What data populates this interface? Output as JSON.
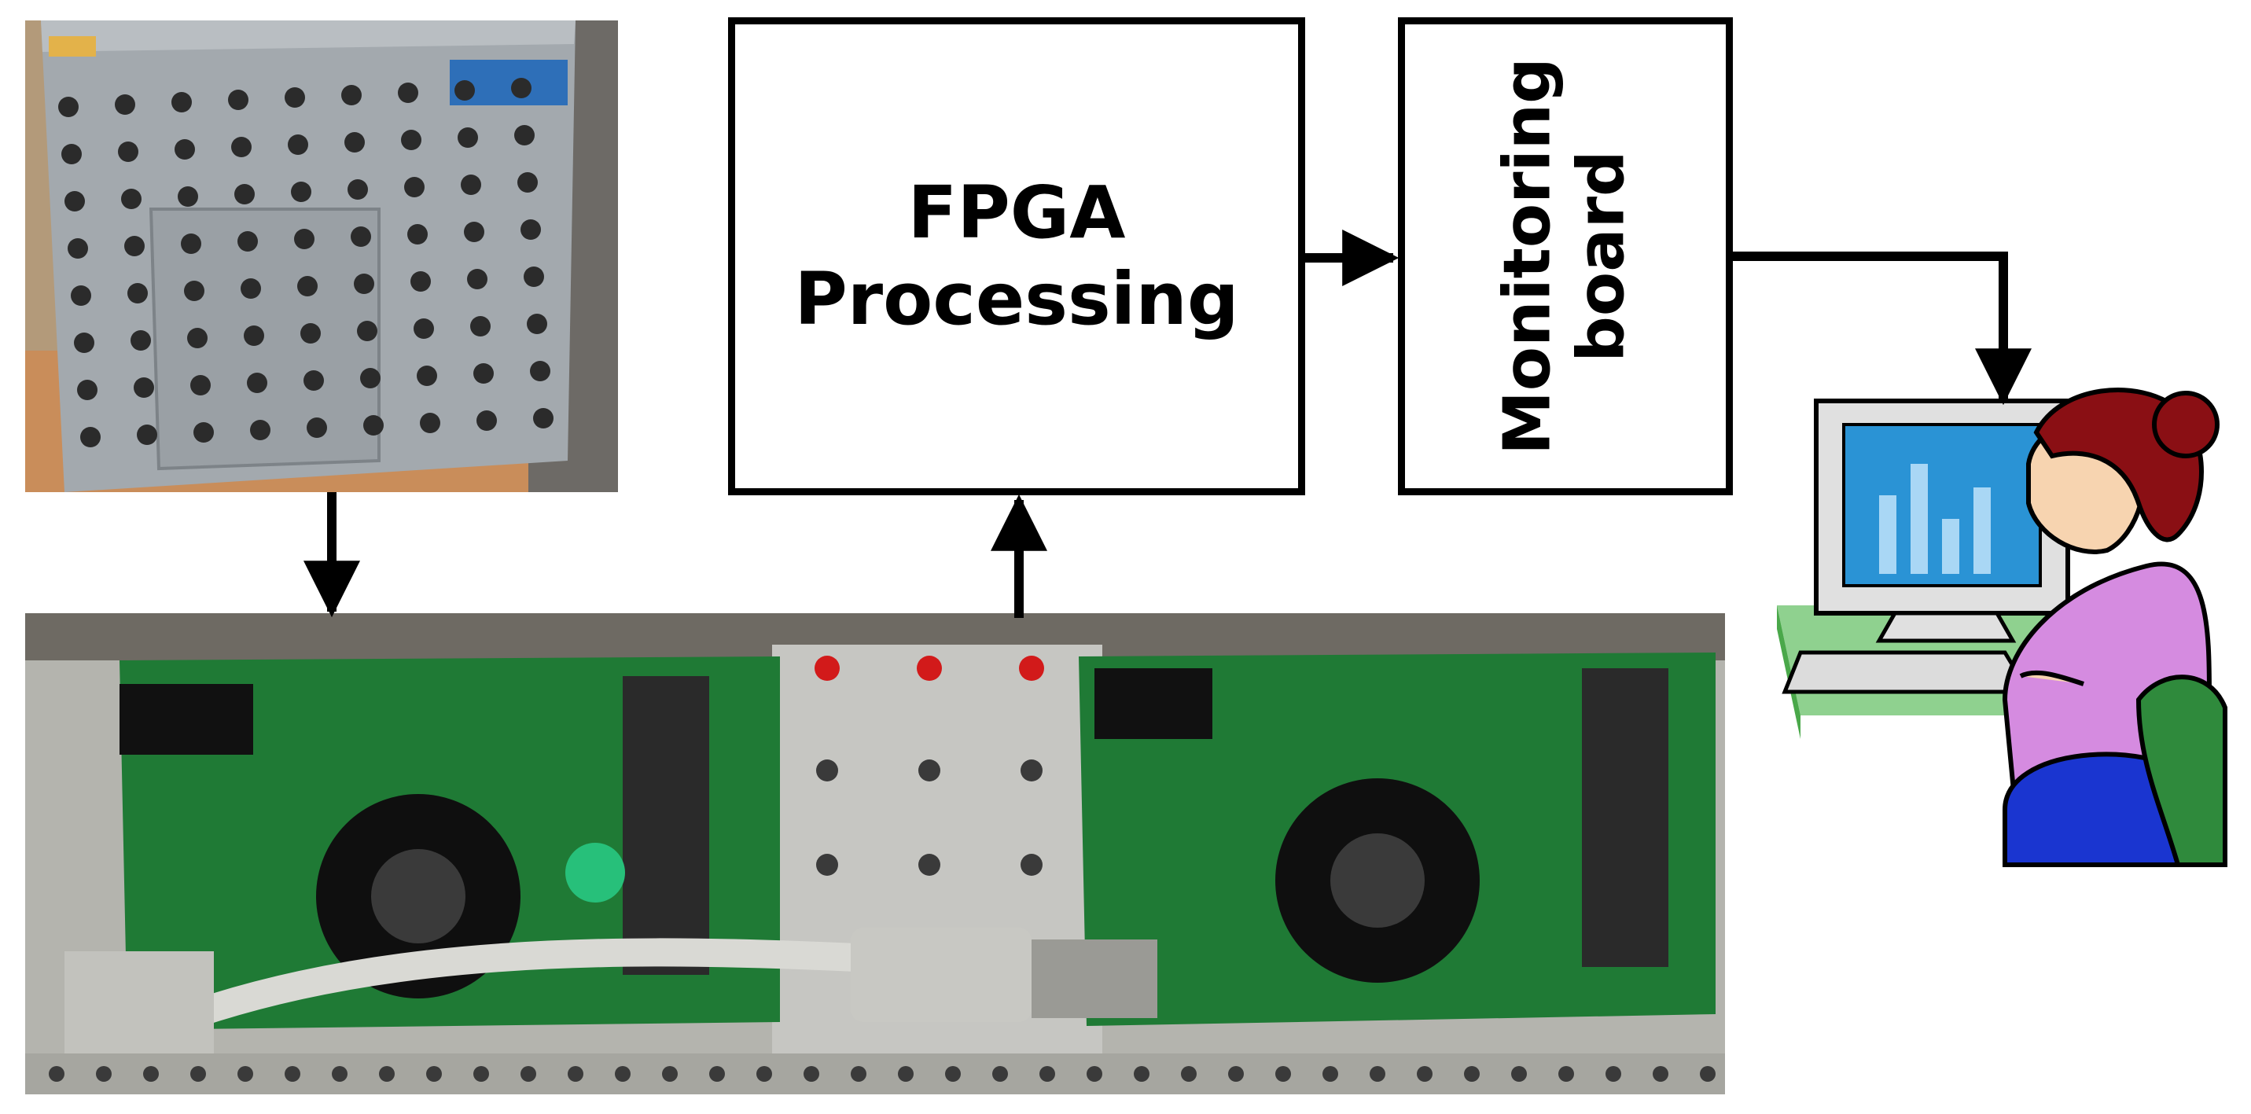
{
  "blocks": {
    "fpga": {
      "line1": "FPGA",
      "line2": "Processing"
    },
    "monitoring": {
      "line1": "Monitoring",
      "line2": "board"
    }
  },
  "colors": {
    "stroke": "#000000",
    "pcb_green": "#1f7a35",
    "panel_gray": "#9ea3a8",
    "screen_blue": "#2a93d5",
    "shirt_pink": "#d58be0",
    "hair_red": "#8a0f14",
    "chair_green": "#2f8a3c",
    "skirt_blue": "#1a35d0"
  },
  "icons": [
    "led-panel-photo",
    "camera-boards-photo",
    "user-at-computer-icon"
  ]
}
